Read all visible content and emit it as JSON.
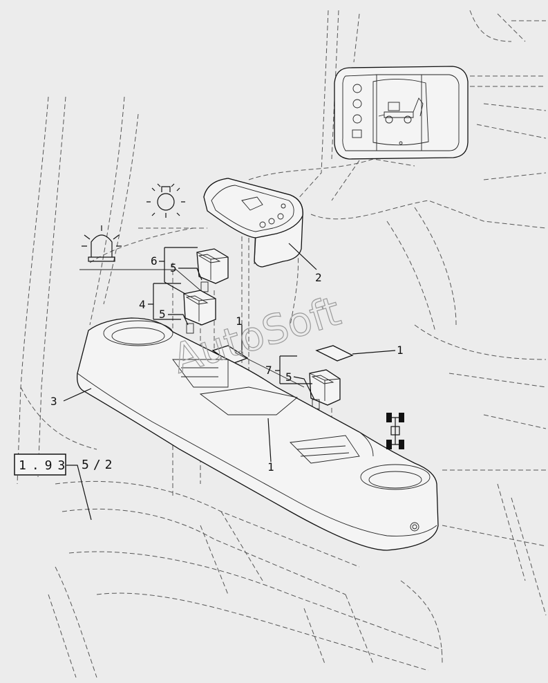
{
  "reference": {
    "box_text": "1.93",
    "suffix_text": "5/2"
  },
  "callouts": {
    "c1a": "1",
    "c1b": "1",
    "c1c": "1",
    "c2": "2",
    "c3": "3",
    "c4": "4",
    "c5a": "5",
    "c5b": "5",
    "c5c": "5",
    "c6": "6",
    "c7": "7"
  },
  "watermark": "AutoSoft",
  "icons": {
    "work_light": "work-light-icon",
    "beacon": "rotating-beacon-icon",
    "four_wheel_drive": "four-wheel-drive-icon",
    "backhoe_display": "backhoe-loader-icon"
  }
}
